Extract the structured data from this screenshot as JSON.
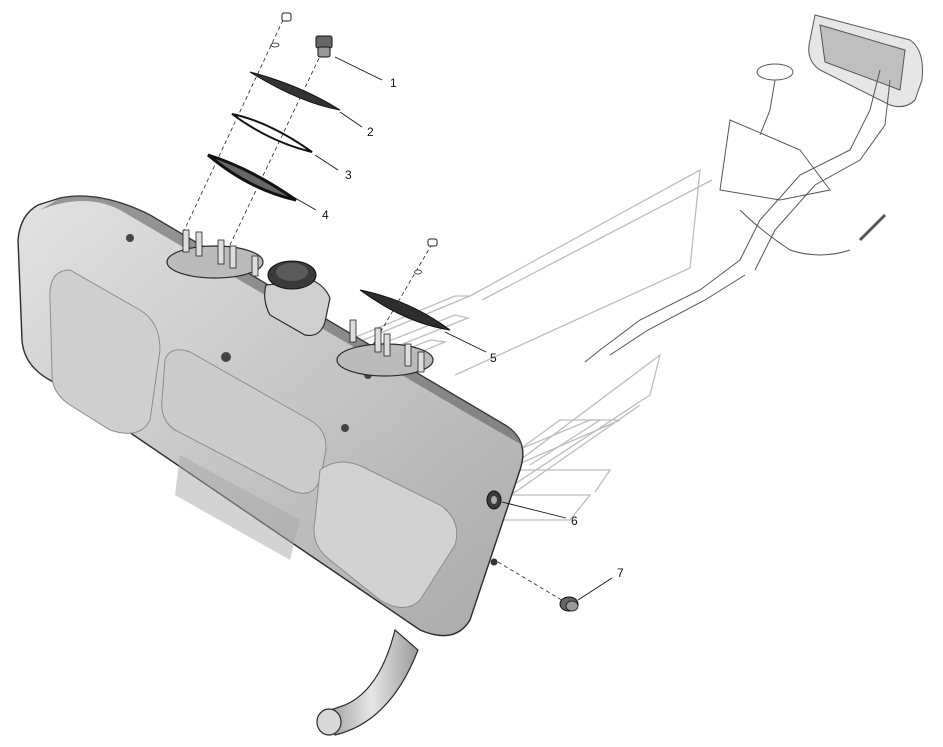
{
  "callouts": [
    {
      "id": "1",
      "label": "1"
    },
    {
      "id": "2",
      "label": "2"
    },
    {
      "id": "3",
      "label": "3"
    },
    {
      "id": "4",
      "label": "4"
    },
    {
      "id": "5",
      "label": "5"
    },
    {
      "id": "6",
      "label": "6"
    },
    {
      "id": "7",
      "label": "7"
    }
  ],
  "colors": {
    "tank_fill": "#c9c9c9",
    "tank_dark": "#9a9a9a",
    "tank_light": "#e4e4e4",
    "outline": "#2b2b2b",
    "watermark": "#bdbdbd"
  },
  "icons": {
    "filler_cap": "ribbed-cap-icon",
    "nut": "hex-nut-icon",
    "gasket": "gasket-ring-icon",
    "plug": "drain-plug-icon"
  }
}
